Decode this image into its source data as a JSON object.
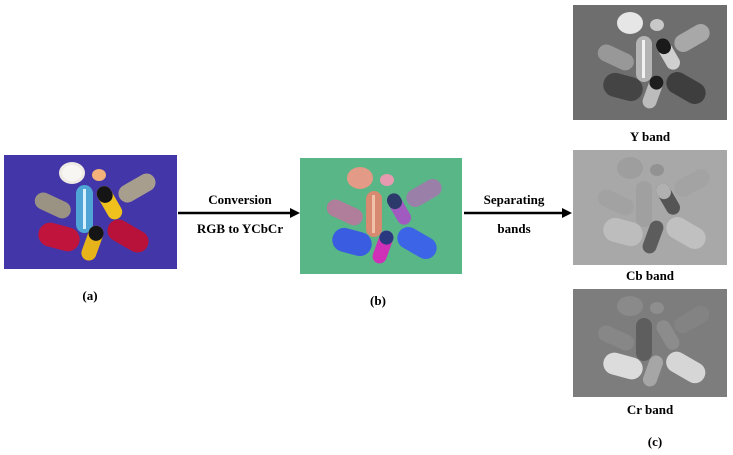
{
  "panels": {
    "a": {
      "label": "(a)",
      "bg": "#3b2fa0"
    },
    "b": {
      "label": "(b)",
      "bg": "#4fb07e"
    },
    "c": {
      "label": "(c)"
    }
  },
  "arrows": {
    "conversion": {
      "top_text": "Conversion",
      "bottom_text": "RGB to YCbCr"
    },
    "separating": {
      "top_text": "Separating",
      "bottom_text": "bands"
    }
  },
  "bands": {
    "y": {
      "label": "Y band",
      "bg": "#6e6e6e"
    },
    "cb": {
      "label": "Cb band",
      "bg": "#a8a8a8"
    },
    "cr": {
      "label": "Cr band",
      "bg": "#7d7d7d"
    }
  }
}
